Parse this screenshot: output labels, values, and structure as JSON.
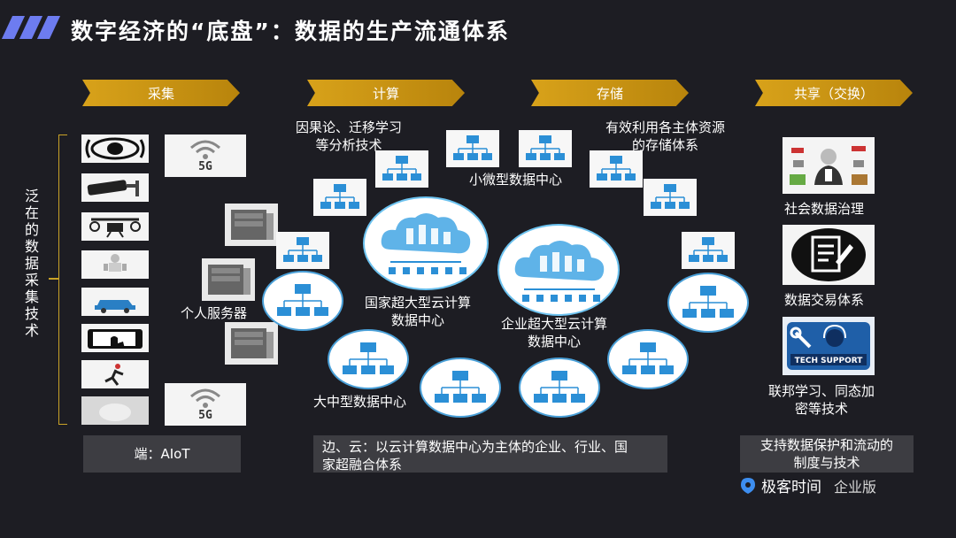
{
  "title": "数字经济的“底盘”：数据的生产流通体系",
  "headers": {
    "collect": "采集",
    "compute": "计算",
    "store": "存储",
    "share": "共享（交换）"
  },
  "left": {
    "vertical_label": "泛在的数据采集技术",
    "wifi_label_1": "5G",
    "wifi_label_2": "5G"
  },
  "middle": {
    "causal_label_1": "因果论、迁移学习",
    "causal_label_2": "等分析技术",
    "storage_label_1": "有效利用各主体资源",
    "storage_label_2": "的存储体系",
    "small_dc": "小微型数据中心",
    "personal_server": "个人服务器",
    "national_1": "国家超大型云计算",
    "national_2": "数据中心",
    "enterprise_1": "企业超大型云计算",
    "enterprise_2": "数据中心",
    "large_dc": "大中型数据中心"
  },
  "right": {
    "governance": "社会数据治理",
    "trading": "数据交易体系",
    "tech_support_badge": "TECH SUPPORT",
    "fl_1": "联邦学习、同态加",
    "fl_2": "密等技术"
  },
  "bottom": {
    "edge": "端：AIoT",
    "cloud_1": "边、云：以云计算数据中心为主体的企业、行业、国",
    "cloud_2": "家超融合体系",
    "policy_1": "支持数据保护和流动的",
    "policy_2": "制度与技术"
  },
  "brand": {
    "name": "极客时间",
    "edition": "企业版"
  },
  "colors": {
    "background": "#1d1d23",
    "accent_gold": "#d8a21a",
    "accent_blue": "#6d7cf0",
    "node_blue": "#2b8fd6"
  }
}
